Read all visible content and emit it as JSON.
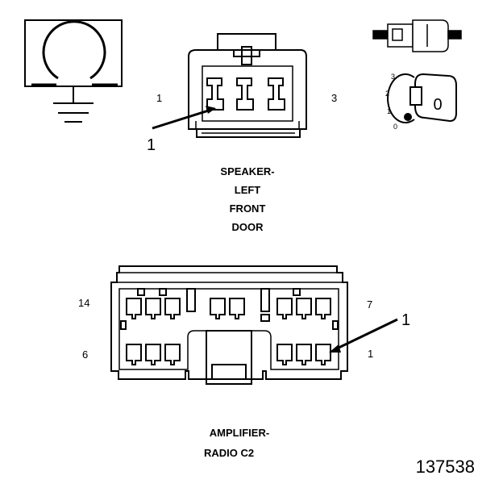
{
  "ground_symbol": {
    "icon": "ground-symbol-icon"
  },
  "speaker_connector": {
    "pin_left": "1",
    "pin_right": "3",
    "callout": "1",
    "label_lines": [
      "SPEAKER-",
      "LEFT",
      "FRONT",
      "DOOR"
    ]
  },
  "ignition_switch": {
    "icon": "ignition-key-icon",
    "positions": [
      "3",
      "2",
      "1",
      "0"
    ],
    "key_mark": "0"
  },
  "amplifier_connector": {
    "pin_top_left": "14",
    "pin_top_right": "7",
    "pin_bottom_left": "6",
    "pin_bottom_right": "1",
    "callout": "1",
    "label_lines": [
      "AMPLIFIER-",
      "RADIO C2"
    ]
  },
  "figure_number": "137538"
}
